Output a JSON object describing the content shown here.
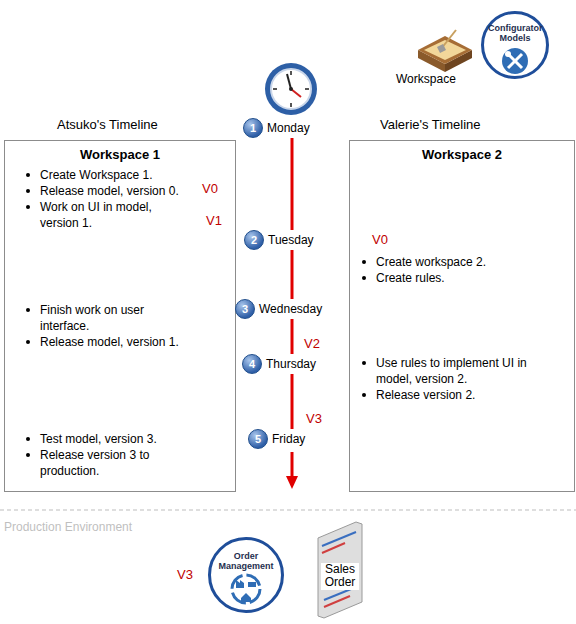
{
  "diagram": {
    "nodes": [
      {
        "text": [
          "Configurator Models"
        ]
      },
      {
        "text": [
          "Atsuko's Timeline",
          "Workspace 1",
          "Create Workspace 1.",
          "Release model, version 0.",
          "Work on UI in model, version 1.",
          "Finish work on user interface.",
          "Release model, version 1.",
          "Test model, version 3.",
          "Release version 3 to production.",
          "V0",
          "V1"
        ]
      },
      {
        "text": [
          "1",
          "Monday"
        ]
      },
      {
        "text": [
          "2",
          "Tuesday"
        ]
      },
      {
        "text": [
          "3",
          "Wednesday"
        ]
      },
      {
        "text": [
          "4",
          "Thursday"
        ]
      },
      {
        "text": [
          "5",
          "Friday"
        ]
      },
      {
        "text": [
          "Valerie's Timeline",
          "Workspace 2",
          "V0",
          "Create workspace 2.",
          "Create rules.",
          "Use rules to implement UI in model, version 2.",
          "Release version 2."
        ]
      },
      {
        "text": [
          "Order Management"
        ]
      },
      {
        "text": [
          "Sales Order"
        ]
      }
    ],
    "edges": [
      {
        "from": 2,
        "to": 3,
        "arrow": "none"
      },
      {
        "from": 3,
        "to": 4,
        "arrow": "none"
      },
      {
        "from": 4,
        "to": 5,
        "arrow": "none"
      },
      {
        "from": 5,
        "to": 6,
        "arrow": "none"
      }
    ],
    "labels": [
      "Workspace",
      "V2",
      "V3",
      "Production Environment",
      "V3"
    ]
  }
}
